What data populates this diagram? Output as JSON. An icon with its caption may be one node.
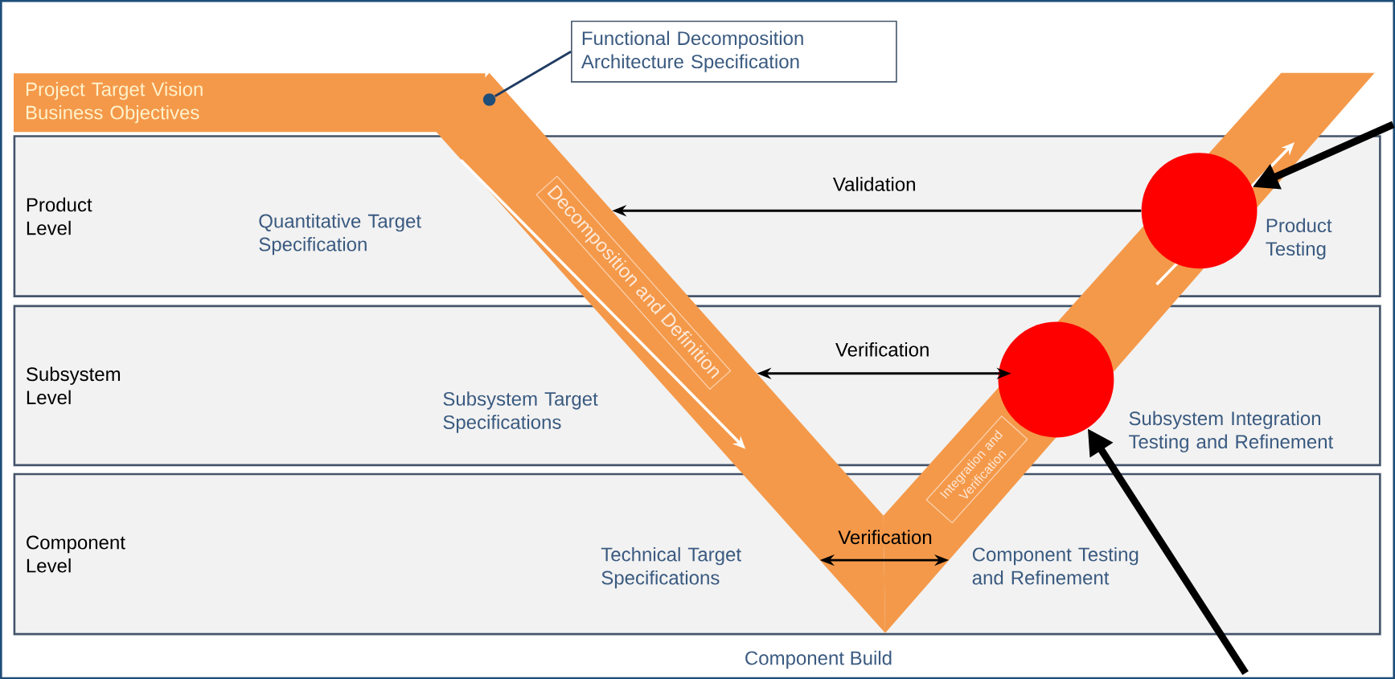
{
  "diagram": {
    "nodes": [
      {
        "text": [
          "Project Target Vision Business Objectives"
        ]
      },
      {
        "text": [
          "Functional Decomposition Architecture Specification"
        ]
      },
      {
        "text": [],
        "shape": "band"
      },
      {
        "text": [],
        "shape": "band"
      },
      {
        "text": [
          "Product Level"
        ]
      },
      {
        "text": [
          "Quantitative Target Specification"
        ],
        "in": 4
      },
      {
        "text": [
          "Product Testing"
        ],
        "in": 4
      },
      {
        "text": [
          "Subsystem Level"
        ]
      },
      {
        "text": [
          "Subsystem Target Specifications"
        ],
        "in": 7
      },
      {
        "text": [
          "Subsystem Integration Testing and Refinement"
        ],
        "in": 7
      },
      {
        "text": [
          "Component Level"
        ]
      },
      {
        "text": [
          "Technical Target Specifications"
        ],
        "in": 10
      },
      {
        "text": [
          "Component Testing and Refinement"
        ],
        "in": 10
      },
      {
        "text": [],
        "shape": "circle"
      },
      {
        "text": [],
        "shape": "circle"
      },
      {
        "text": [],
        "shape": "circle",
        "in": 2
      },
      {
        "text": [
          "Decomposition and Definition"
        ],
        "in": 2
      },
      {
        "text": [
          "Integration and Verification"
        ],
        "in": 3
      }
    ],
    "edges": [
      {
        "from": 1,
        "to": 15,
        "arrow": "none",
        "color": "#1f3b63"
      },
      {
        "from": 13,
        "to": 2,
        "arrow": "to",
        "label": "Validation"
      },
      {
        "from": 2,
        "to": 3,
        "arrow": "both",
        "label": "Verification"
      },
      {
        "from": 2,
        "to": 3,
        "arrow": "both",
        "label": "Verification"
      },
      {
        "from": null,
        "to": 13,
        "arrow": "to",
        "style": "thick"
      },
      {
        "from": null,
        "to": 14,
        "arrow": "to",
        "style": "thick"
      }
    ],
    "labels": [
      "Component Build"
    ]
  }
}
